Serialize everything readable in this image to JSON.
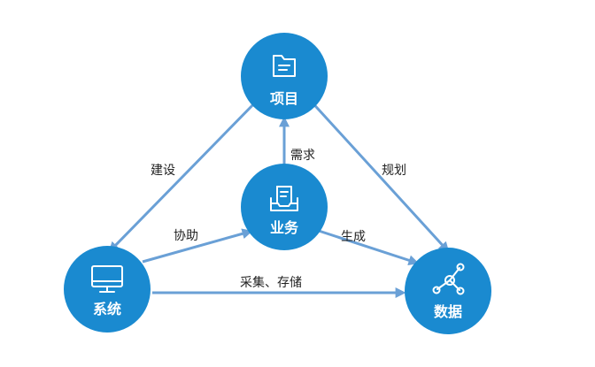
{
  "nodes": {
    "project": {
      "label": "项目",
      "icon": "document-icon"
    },
    "business": {
      "label": "业务",
      "icon": "inbox-document-icon"
    },
    "system": {
      "label": "系统",
      "icon": "monitor-icon"
    },
    "data": {
      "label": "数据",
      "icon": "share-network-icon"
    }
  },
  "edges": {
    "project_to_system": {
      "label": "建设"
    },
    "business_to_project": {
      "label": "需求"
    },
    "project_to_data": {
      "label": "规划"
    },
    "system_to_business": {
      "label": "协助"
    },
    "business_to_data": {
      "label": "生成"
    },
    "system_to_data": {
      "label": "采集、存储"
    }
  },
  "colors": {
    "node_fill": "#1a8ad0",
    "edge_stroke": "#6aa0d6",
    "label_text": "#222222"
  }
}
